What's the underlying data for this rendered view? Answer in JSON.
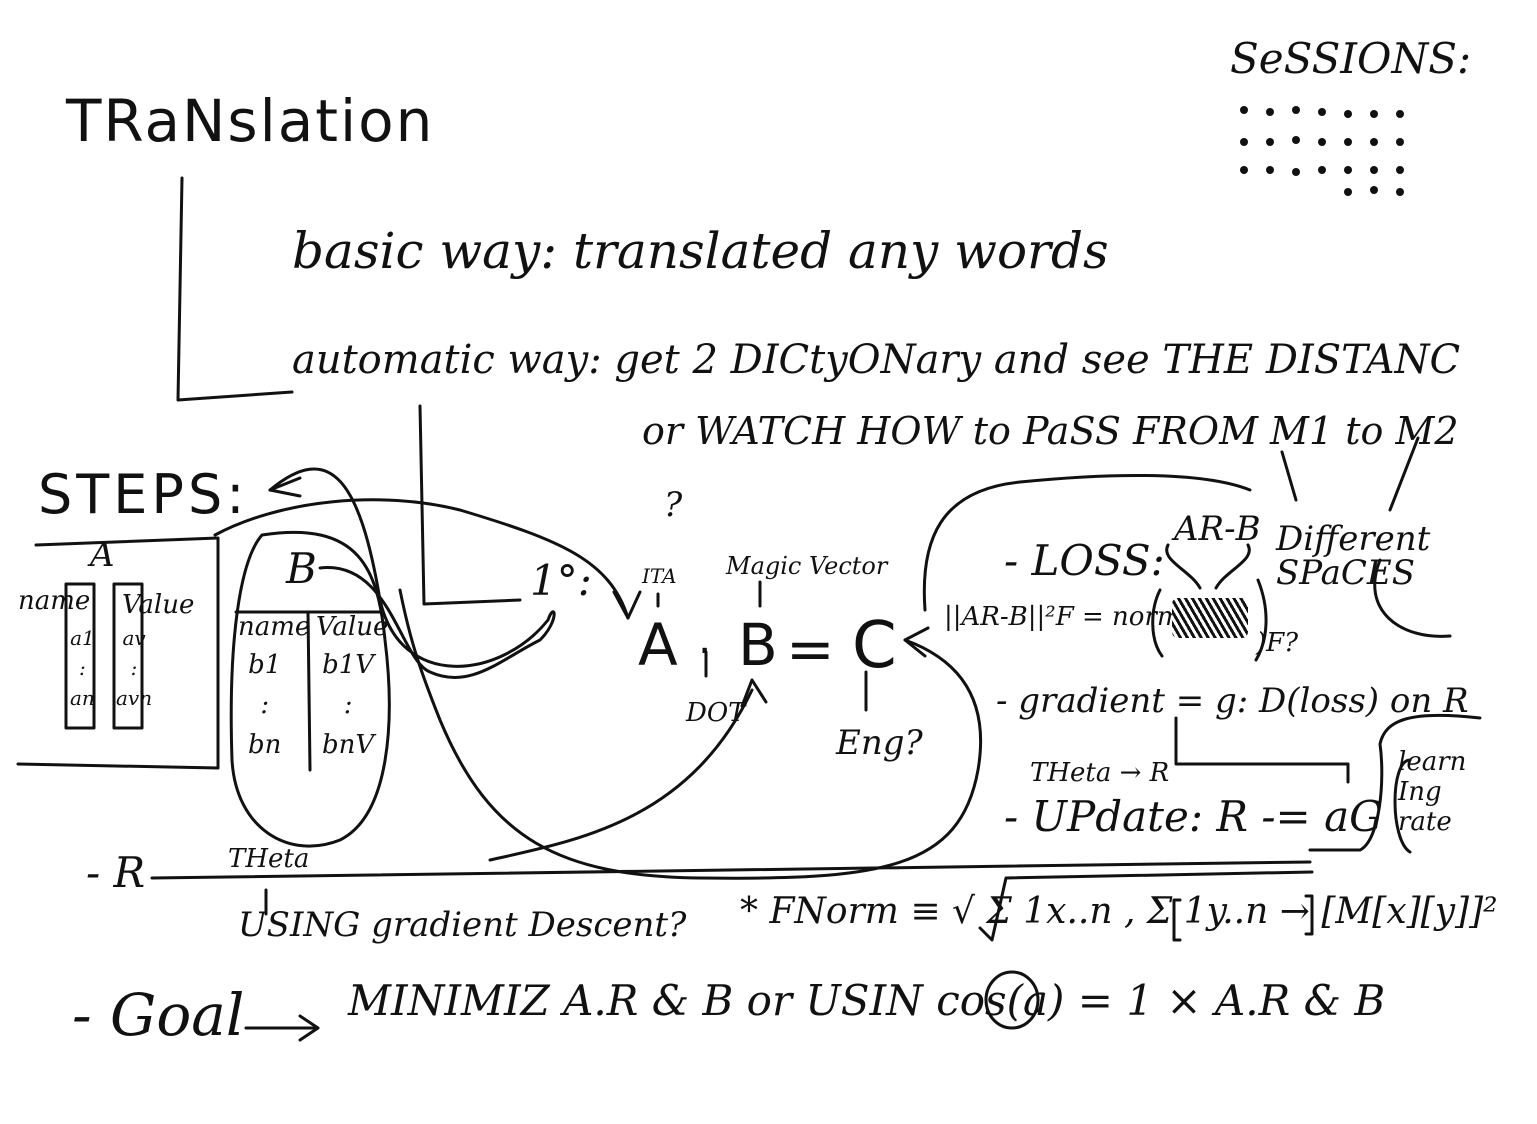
{
  "title": "TRaNslation",
  "sessions_label": "SeSSIONS:",
  "basic_way": "basic way: translated any words",
  "automatic_way": "automatic way: get 2 DICtyONary and see THE DISTANC",
  "automatic_way_2": "or WATCH HOW to PaSS FROM M1 to M2",
  "question_mark": "?",
  "steps_label": "STEPS:",
  "table_a": {
    "title": "A",
    "col_name": "name",
    "col_value": "Value",
    "names": [
      "a1",
      ":",
      "an"
    ],
    "values": [
      "av",
      ":",
      "avn"
    ]
  },
  "table_b": {
    "title": "B",
    "col_name": "name",
    "col_value": "Value",
    "names": [
      "b1",
      ":",
      "bn"
    ],
    "values": [
      "b1V",
      ":",
      "bnV"
    ]
  },
  "step_one": "1°:",
  "ita_label": "ITA",
  "magic_vector_label": "Magic Vector",
  "equation": {
    "a": "A",
    "dot_sym": ".",
    "b": "B",
    "eq": "=",
    "c": "C"
  },
  "dot_label": "DOT",
  "eng_label": "Eng?",
  "loss_label": "- LOSS:",
  "ar_b_label": "AR-B",
  "different_spaces": "Different SPaCES",
  "norm_formula": "||AR-B||²F = norm(",
  "f_question": ")F?",
  "gradient_label": "- gradient = g: D(loss) on R",
  "theta_r": "THeta → R",
  "update_label": "- UPdate: R -= aG",
  "learning_rate": "learn Ing rate",
  "r_label": "- R",
  "theta_label": "THeta",
  "using_gd": "USING gradient Descent?",
  "fnorm_formula": "* FNorm ≡ √ Σ 1x..n , Σ 1y..n → [M[x][y]]²",
  "goal_label": "- Goal",
  "goal_text": "MINIMIZ A.R & B or USIN cos(a) = 1 × A.R & B"
}
